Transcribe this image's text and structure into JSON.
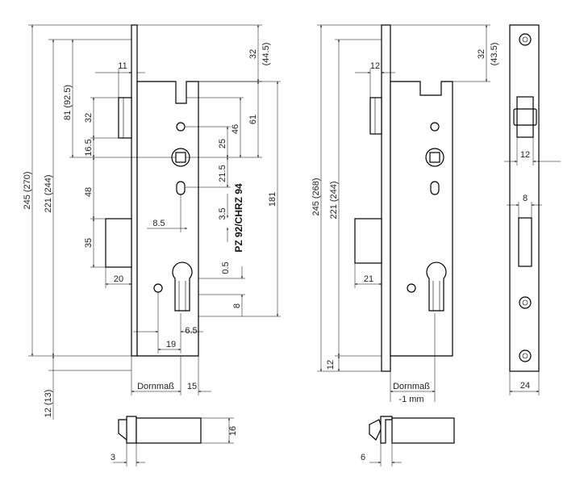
{
  "left_drawing": {
    "dims": {
      "d245": "245 (270)",
      "d221": "221 (244)",
      "d81": "81 (92.5)",
      "d32a": "32",
      "d16_5": "16.5",
      "d48": "48",
      "d35": "35",
      "d20": "20",
      "d11": "11",
      "d32b": "32",
      "d44_5": "(44.5)",
      "d61": "61",
      "d46": "46",
      "d25": "25",
      "d21_5": "21.5",
      "d181": "181",
      "d3_5": "3.5",
      "d8_5": "8.5",
      "d0_5": "0.5",
      "d8": "8",
      "d6_5": "6.5",
      "d19": "19",
      "d12_13": "12 (13)",
      "dornmass": "Dornmaß",
      "d15": "15",
      "d16": "16",
      "d3": "3"
    },
    "model_label": "PZ 92/CHRZ 94"
  },
  "middle_drawing": {
    "dims": {
      "d245": "245 (268)",
      "d221": "221 (244)",
      "d12top": "12",
      "d32": "32",
      "d43_5": "(43.5)",
      "d21": "21",
      "d12bot": "12",
      "dornmass": "Dornmaß",
      "minus1": "-1 mm",
      "d6": "6"
    }
  },
  "right_drawing": {
    "dims": {
      "d12": "12",
      "d8": "8",
      "d24": "24"
    }
  }
}
